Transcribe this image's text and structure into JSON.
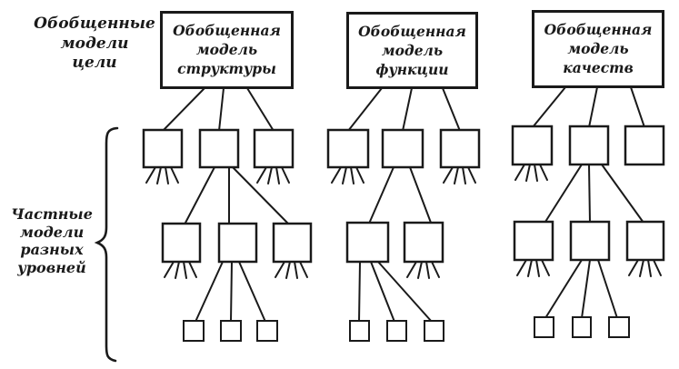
{
  "colors": {
    "ink": "#1a1a1a",
    "paper": "#ffffff"
  },
  "labels": {
    "generalized_models": {
      "lines": [
        "Обобщенные",
        "модели",
        "цели"
      ]
    },
    "particular_models": {
      "lines": [
        "Частные",
        "модели",
        "разных",
        "уровней"
      ]
    }
  },
  "trees": [
    {
      "title_lines": [
        "Обобщенная",
        "модель",
        "структуры"
      ]
    },
    {
      "title_lines": [
        "Обобщенная",
        "модель",
        "функции"
      ]
    },
    {
      "title_lines": [
        "Обобщенная",
        "модель",
        "качеств"
      ]
    }
  ]
}
